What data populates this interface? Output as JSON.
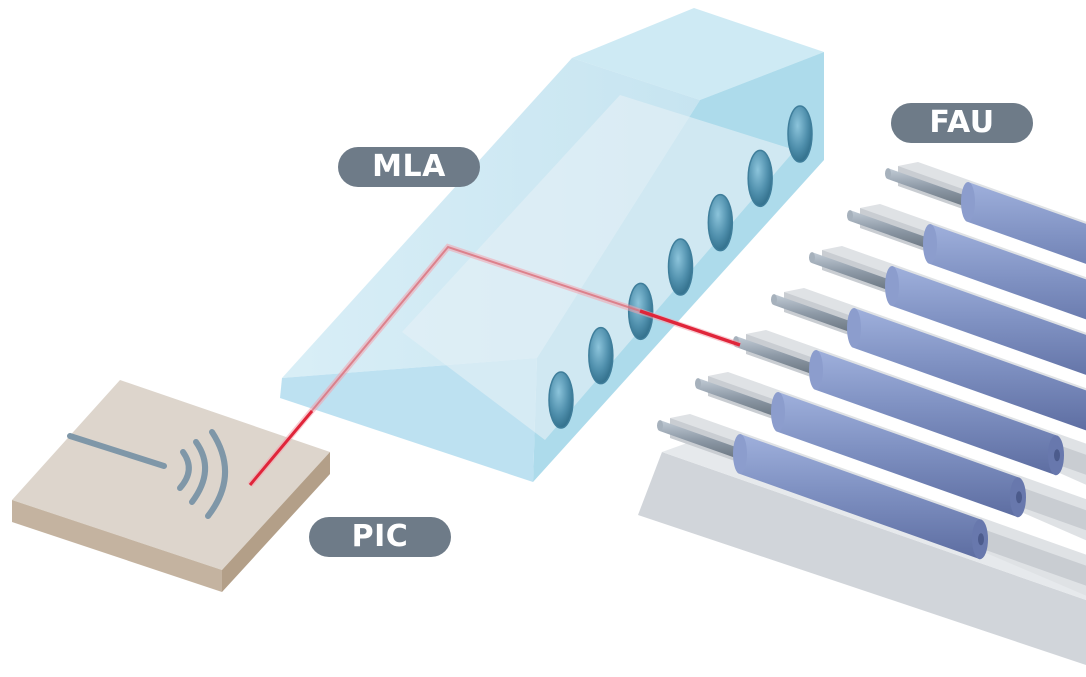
{
  "labels": {
    "mla": "MLA",
    "fau": "FAU",
    "pic": "PIC"
  },
  "colors": {
    "label_background": "#6e7b88",
    "label_text": "#ffffff",
    "chip_top": "#ddd5cc",
    "chip_side": "#c4b3a0",
    "chip_waveguide": "#7f97a8",
    "glass": "#bfe3f1",
    "lens": "#4f8fac",
    "fiber_ferrule": "#7f91c2",
    "fiber_core": "#8d99a6",
    "groove_block": "#d4d8dc",
    "laser_beam": "#e0253a"
  },
  "fiber_count": 7,
  "lens_count": 7
}
